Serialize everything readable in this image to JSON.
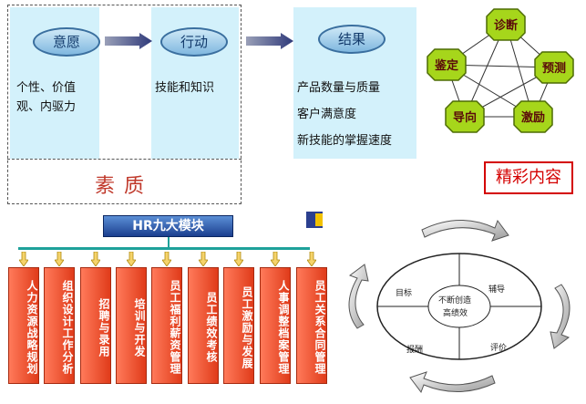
{
  "competency": {
    "steps": [
      {
        "label": "意愿",
        "desc": [
          "个性、价值",
          "观、内驱力"
        ]
      },
      {
        "label": "行动",
        "desc": [
          "技能和知识"
        ]
      },
      {
        "label": "结果",
        "desc": [
          "产品数量与质量",
          "客户满意度",
          "新技能的掌握速度"
        ]
      }
    ],
    "footer": "素质"
  },
  "star": {
    "nodes": [
      "诊断",
      "预测",
      "激励",
      "导向",
      "鉴定"
    ],
    "node_color": "#a6d61b"
  },
  "highlight": {
    "label": "精彩内容",
    "color": "#d40000"
  },
  "hr": {
    "title": "HR九大模块",
    "modules": [
      "人力资源战略规划",
      "组织设计工作分析",
      "招聘与录用",
      "培训与开发",
      "员工福利薪资管理",
      "员工绩效考核",
      "员工激励与发展",
      "人事调整档案管理",
      "员工关系合同管理"
    ]
  },
  "cycle": {
    "center": [
      "不断创造",
      "高绩效"
    ],
    "labels": [
      "目标",
      "辅导",
      "评价",
      "报酬"
    ]
  }
}
